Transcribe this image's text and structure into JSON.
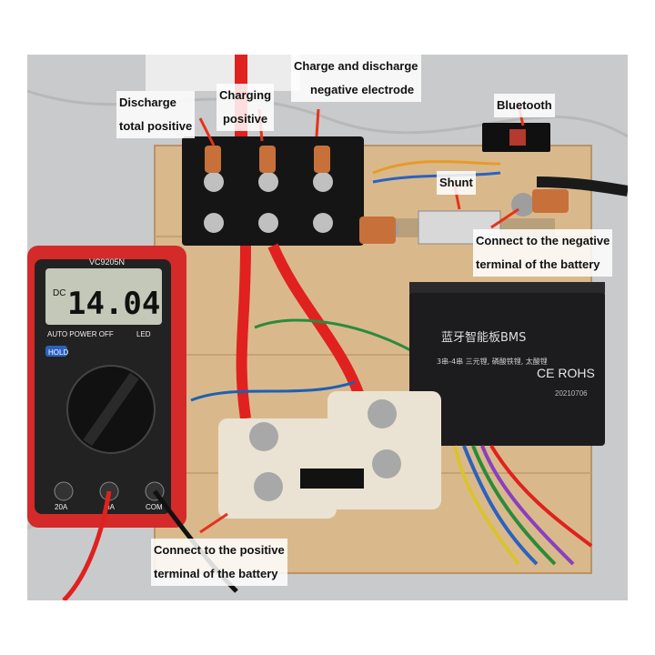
{
  "labels": {
    "discharge_total_positive": [
      "Discharge",
      "total positive"
    ],
    "charging_positive": [
      "Charging",
      "positive"
    ],
    "charge_discharge_negative": [
      "Charge and discharge",
      "negative electrode"
    ],
    "bluetooth": "Bluetooth",
    "shunt": "Shunt",
    "negative_terminal": [
      "Connect to the negative",
      "terminal of the battery"
    ],
    "positive_terminal": [
      "Connect to the positive",
      "terminal of the battery"
    ]
  },
  "multimeter": {
    "brand": "VC9205N",
    "reading": "14.04",
    "mode": "DC",
    "auto_power": "AUTO POWER OFF",
    "hold": "HOLD",
    "led": "LED",
    "port_20a": "20A",
    "port_ma": "mA",
    "port_com": "COM"
  },
  "bms_box": {
    "title": "蓝牙智能板BMS",
    "subtitle": "3串-4串 三元锂, 磷酸铁锂, 太酸锂",
    "cert": "CE ROHS",
    "date": "20210706"
  },
  "colors": {
    "board": "#d8b88a",
    "multimeter": "#d42a2a",
    "bms": "#1c1c1e",
    "wire_red": "#e0211f",
    "arrow": "#e5321c",
    "copper": "#c8703a"
  }
}
